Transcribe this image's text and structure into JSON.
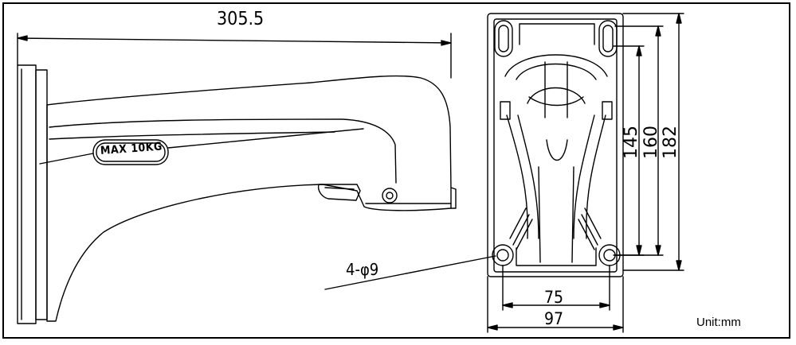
{
  "dimensions": {
    "arm_length": "305.5",
    "hole_spec": "4-φ9",
    "hole_spacing_horizontal": "75",
    "base_width": "97",
    "hole_spacing_vertical": "145",
    "inner_height": "160",
    "base_height": "182"
  },
  "arm_stamp": "MAX 10KG",
  "unit_label": "Unit:mm",
  "colors": {
    "line": "#000000",
    "background": "#ffffff"
  }
}
